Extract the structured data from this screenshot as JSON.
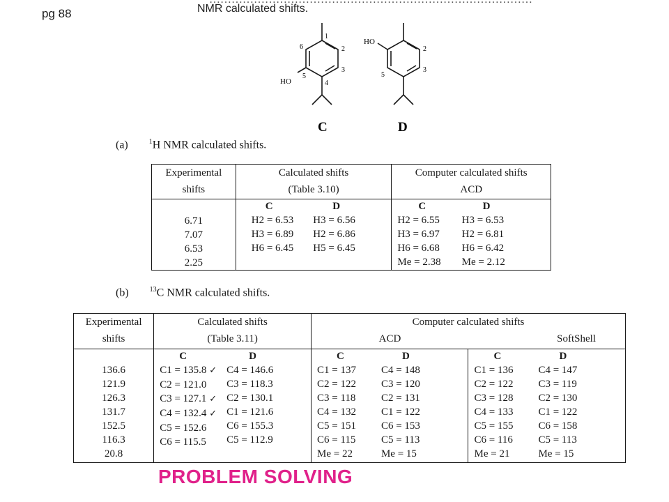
{
  "page": {
    "page_number": "pg 88",
    "cut_line": "……………………………………………………………………………",
    "intro_line": "NMR calculated shifts.",
    "footer_label": "PROBLEM SOLVING"
  },
  "colors": {
    "footer_label": "#e0218a",
    "ink": "#1a1a1a"
  },
  "structures": {
    "C": {
      "label": "C",
      "ho": "HO",
      "numbers": [
        "1",
        "2",
        "3",
        "4",
        "5",
        "6"
      ]
    },
    "D": {
      "label": "D",
      "ho": "HO",
      "numbers": [
        "2",
        "3",
        "5"
      ]
    }
  },
  "section_a": {
    "letter": "(a)",
    "sup": "1",
    "caption": "H NMR calculated shifts.",
    "headers": {
      "experimental": [
        "Experimental",
        "shifts"
      ],
      "calculated": [
        "Calculated shifts",
        "(Table 3.10)"
      ],
      "computer": [
        "Computer calculated shifts",
        "ACD"
      ]
    },
    "sub_headers": {
      "calc_c": "C",
      "calc_d": "D",
      "acd_c": "C",
      "acd_d": "D"
    },
    "experimental": [
      "6.71",
      "7.07",
      "6.53",
      "2.25"
    ],
    "calc_c": [
      "H2 = 6.53",
      "H3 = 6.89",
      "H6 = 6.45"
    ],
    "calc_d": [
      "H3 = 6.56",
      "H2 = 6.86",
      "H5 = 6.45"
    ],
    "acd_c": [
      "H2 = 6.55",
      "H3 = 6.97",
      "H6 = 6.68",
      "Me = 2.38"
    ],
    "acd_d": [
      "H3 = 6.53",
      "H2 = 6.81",
      "H6 = 6.42",
      "Me = 2.12"
    ]
  },
  "section_b": {
    "letter": "(b)",
    "sup": "13",
    "caption": "C NMR calculated shifts.",
    "headers": {
      "experimental": [
        "Experimental",
        "shifts"
      ],
      "calculated": [
        "Calculated shifts",
        "(Table 3.11)"
      ],
      "computer": "Computer calculated shifts",
      "acd": "ACD",
      "softshell": "SoftShell"
    },
    "sub_headers": {
      "calc_c": "C",
      "calc_d": "D",
      "acd_c": "C",
      "acd_d": "D",
      "ss_c": "C",
      "ss_d": "D"
    },
    "check_mark": "✓",
    "experimental": [
      "136.6",
      "121.9",
      "126.3",
      "131.7",
      "152.5",
      "116.3",
      "20.8"
    ],
    "calc_c": [
      "C1 = 135.8",
      "C2 = 121.0",
      "C3 = 127.1",
      "C4 = 132.4",
      "C5 = 152.6",
      "C6 = 115.5"
    ],
    "calc_c_checked": [
      true,
      false,
      true,
      true,
      false,
      false
    ],
    "calc_d": [
      "C4 = 146.6",
      "C3 = 118.3",
      "C2 = 130.1",
      "C1 = 121.6",
      "C6 = 155.3",
      "C5 = 112.9"
    ],
    "acd_c": [
      "C1 = 137",
      "C2 = 122",
      "C3 = 118",
      "C4 = 132",
      "C5 = 151",
      "C6 = 115",
      "Me = 22"
    ],
    "acd_d": [
      "C4 = 148",
      "C3 = 120",
      "C2 = 131",
      "C1 = 122",
      "C6 = 153",
      "C5 = 113",
      "Me = 15"
    ],
    "ss_c": [
      "C1 = 136",
      "C2 = 122",
      "C3 = 128",
      "C4 = 133",
      "C5 = 155",
      "C6 = 116",
      "Me = 21"
    ],
    "ss_d": [
      "C4 = 147",
      "C3 = 119",
      "C2 = 130",
      "C1 = 122",
      "C6 = 158",
      "C5 = 113",
      "Me = 15"
    ]
  }
}
